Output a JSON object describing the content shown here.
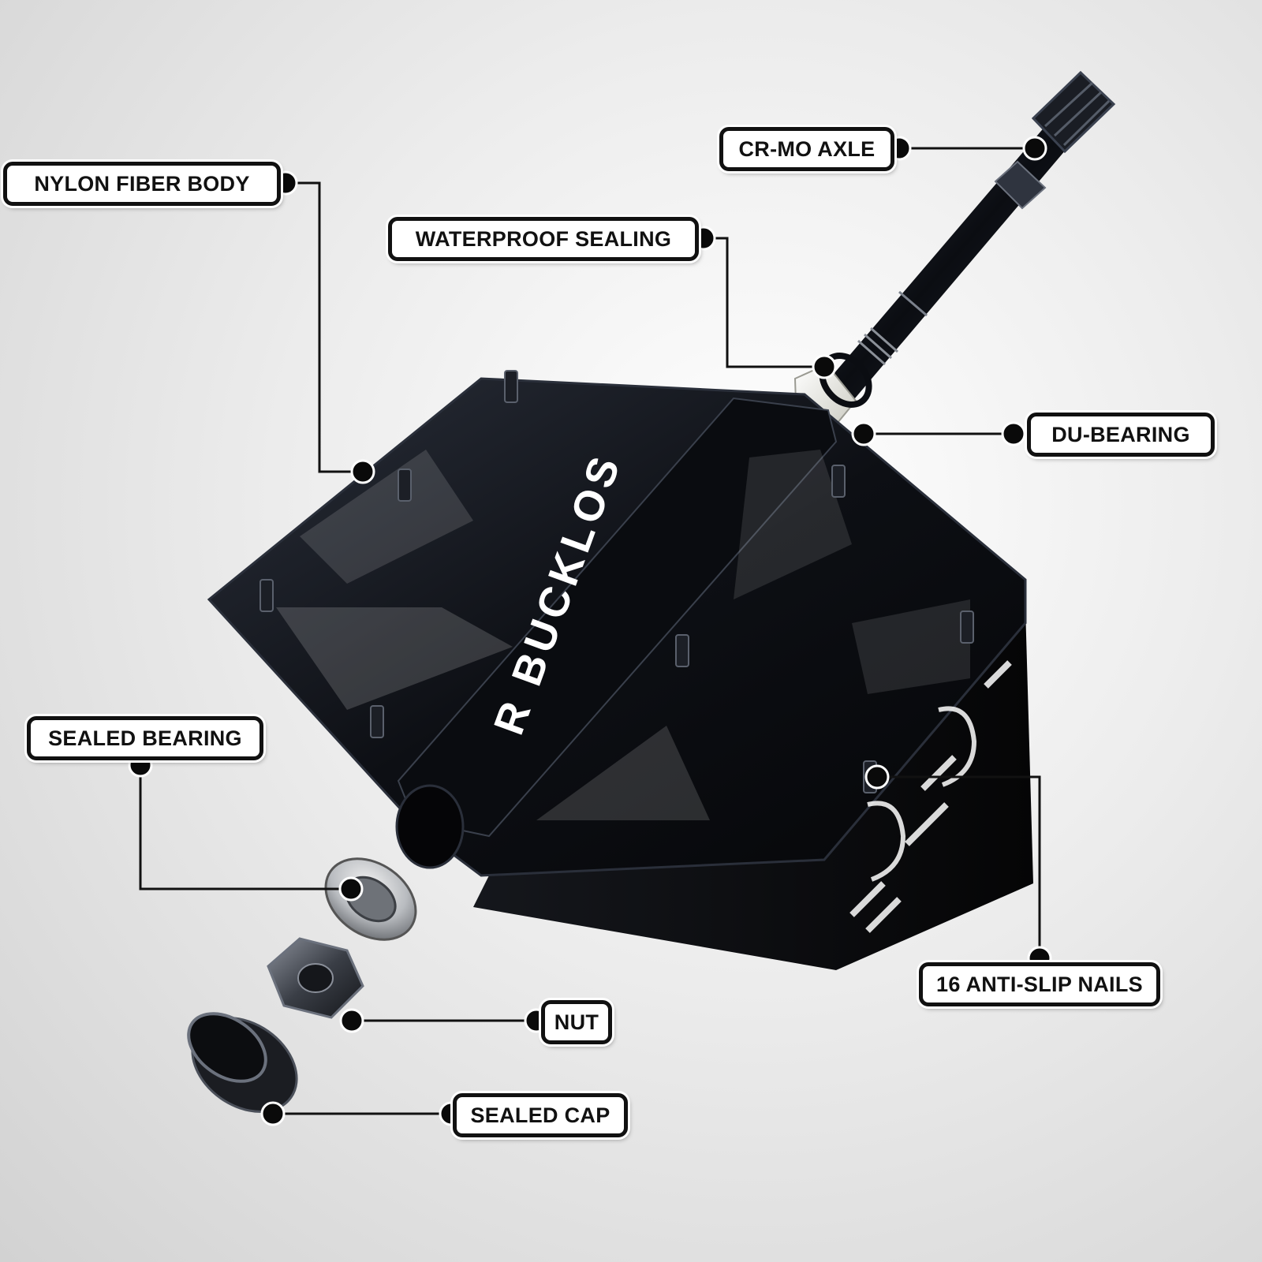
{
  "brand": {
    "logo_text": "R BUCKLOS"
  },
  "callouts": {
    "cr_mo_axle": "CR-MO AXLE",
    "nylon_fiber_body": "NYLON FIBER BODY",
    "waterproof_sealing": "WATERPROOF SEALING",
    "du_bearing": "DU-BEARING",
    "sealed_bearing": "SEALED BEARING",
    "anti_slip_nails": "16 ANTI-SLIP NAILS",
    "nut": "NUT",
    "sealed_cap": "SEALED CAP"
  },
  "colors": {
    "pedal_body": "#0d0f14",
    "pedal_highlight": "#2a2f3a",
    "leader_line": "#111111",
    "bearing_steel": "#b9bcc0",
    "du_bearing_sleeve": "#ecece4",
    "background": "#e6e6e6"
  }
}
